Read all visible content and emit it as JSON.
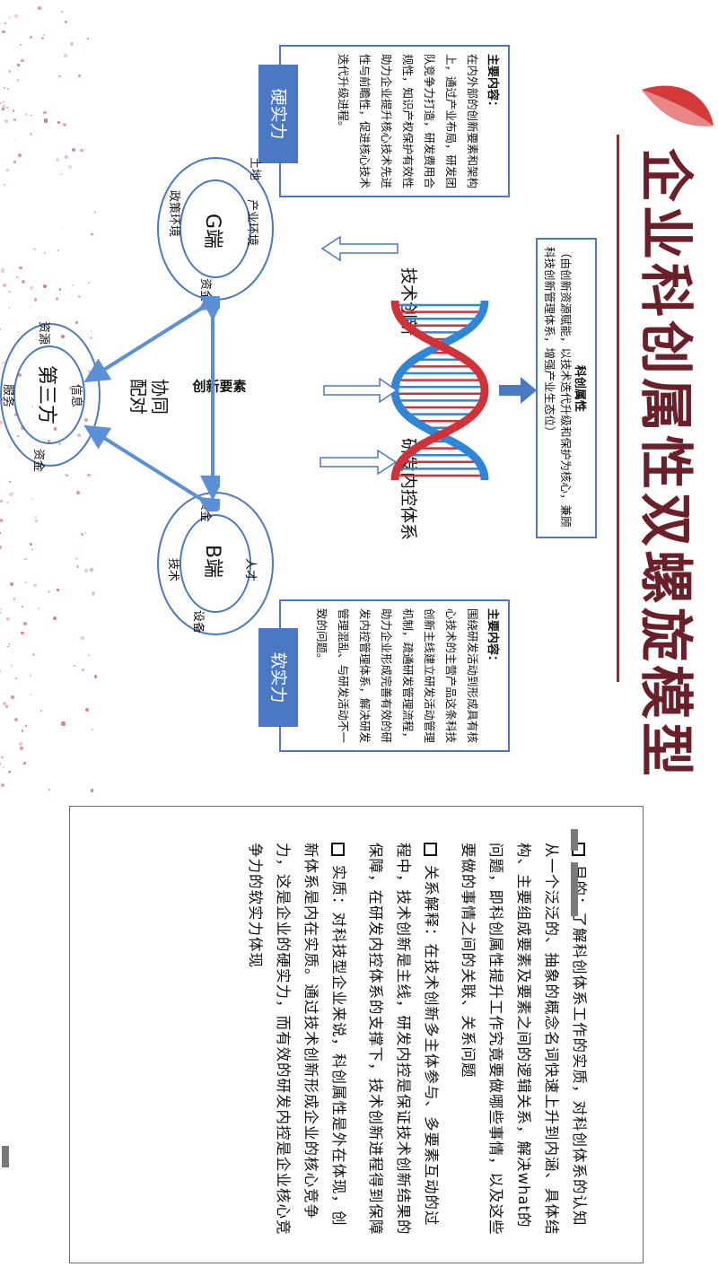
{
  "title": "企业科创属性双螺旋模型",
  "kechuang": {
    "heading": "科创属性",
    "text": "（由创新资源赋能，以技术迭代升级和保护为核心，兼顾科技创新管理体系，增强产业生态位）"
  },
  "hard_power": {
    "tag": "硬实力",
    "heading": "主要内容：",
    "text": "在内外部的创新要素和架构上，通过产业布局，研发团队竞争力打造，研发费用合规性，知识产权保护有效性助力企业提升核心技术先进性与前瞻性，促进核心技术迭代升级进程。"
  },
  "soft_power": {
    "tag": "软实力",
    "heading": "主要内容：",
    "text": "围绕研发活动到形成具有核心技术的主营产品这条科技创新主线建立研发活动管理机制，疏通研发管理流程，助力企业形成完善有效的研发内控管理体系，解决研发管理混乱、与研发活动不一致的问题。"
  },
  "labels": {
    "tech_innovation": "技术创新",
    "rd_control": "研发内控体系",
    "innovation_elements": "创新要素",
    "synergy": "协同配对"
  },
  "g_end": {
    "center": "G端",
    "items": [
      "土地",
      "产业环境",
      "资金",
      "政策环境"
    ]
  },
  "b_end": {
    "center": "B端",
    "items": [
      "资金",
      "人才",
      "设备",
      "技术"
    ]
  },
  "third_party": {
    "center": "第三方",
    "items": [
      "资源",
      "信息",
      "资金",
      "服务"
    ]
  },
  "notes": [
    "目的：了解科创体系工作的实质，对科创体系的认知从一个泛泛的、抽象的概念名词快速上升到内涵、具体结构、主要组成要素及要素之间的逻辑关系，解决what的问题，即科创属性提升工作究竟要做哪些事情，以及这些要做的事情之间的关联、关系问题",
    "关系解释：在技术创新多主体参与、多要素互动的过程中，技术创新是主线，研发内控是保证技术创新结果的保障，在研发内控体系的支撑下，技术创新进程得到保障",
    "实质：对科技型企业来说，科创属性是外在体现，创新体系是内在实质。通过技术创新形成企业的核心竞争力，这是企业的硬实力，而有效的研发内控是企业核心竞争力的软实力体现"
  ],
  "colors": {
    "accent_blue": "#4a78c4",
    "title_color": "#6b1f29",
    "title_line": "#b3211f",
    "dna_red": "#d1323a",
    "dna_blue": "#2f86d8"
  },
  "icons": [
    "petal-logo",
    "dna-helix-icon",
    "arrow-right-icon",
    "arrow-down-icon",
    "arrow-up-icon",
    "double-arrow-icon"
  ]
}
